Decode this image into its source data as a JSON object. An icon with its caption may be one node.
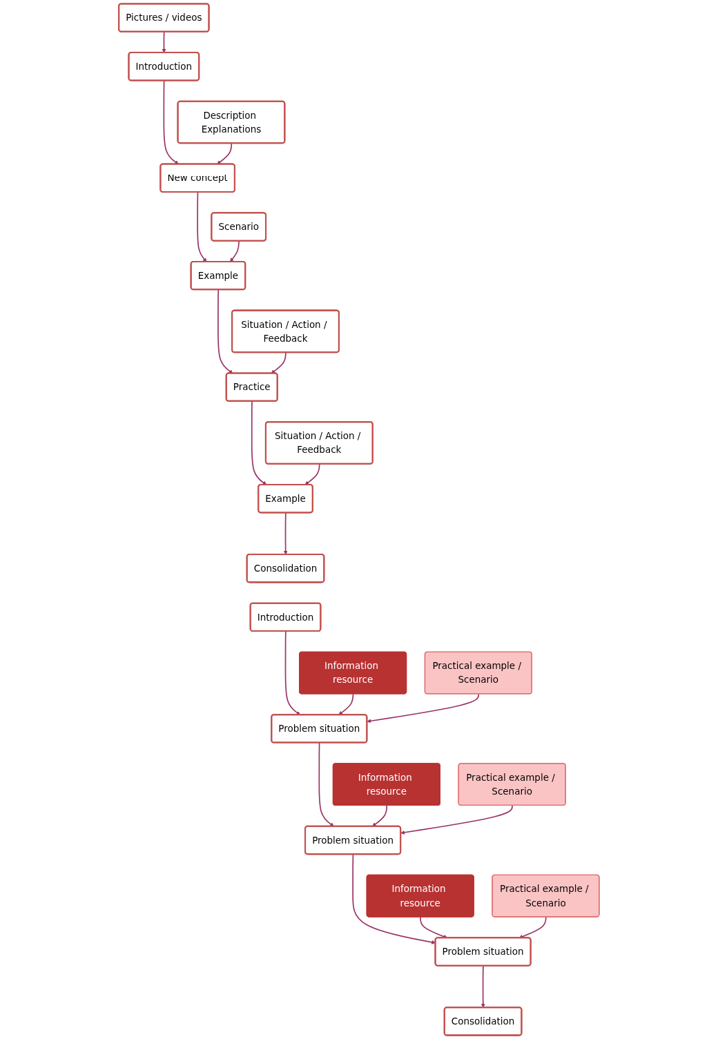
{
  "diagram": {
    "nodes": [
      {
        "text": [
          "Introduction"
        ]
      },
      {
        "text": [
          "Pictures / videos"
        ]
      },
      {
        "text": [
          "Description Explanations"
        ]
      },
      {
        "text": [
          "New concept"
        ]
      },
      {
        "text": [
          "Example"
        ]
      },
      {
        "text": [
          "Scenario"
        ]
      },
      {
        "text": [
          "Situation / Action / Feedback"
        ]
      },
      {
        "text": [
          "Practice"
        ]
      },
      {
        "text": [
          "Situation / Action / Feedback"
        ]
      },
      {
        "text": [
          "Example"
        ]
      },
      {
        "text": [
          "Consolidation"
        ]
      },
      {
        "text": [
          "Introduction"
        ]
      },
      {
        "text": [
          "Information resource"
        ]
      },
      {
        "text": [
          "Problem situation"
        ]
      },
      {
        "text": [
          "Practical example / Scenario"
        ]
      },
      {
        "text": [
          "Information resource"
        ]
      },
      {
        "text": [
          "Problem situation"
        ]
      },
      {
        "text": [
          "Practical example / Scenario"
        ]
      },
      {
        "text": [
          "Information resource"
        ]
      },
      {
        "text": [
          "Problem situation"
        ]
      },
      {
        "text": [
          "Practical example / Scenario"
        ]
      },
      {
        "text": [
          "Consolidation"
        ]
      }
    ],
    "edges": [
      {
        "from": 1,
        "to": 0,
        "arrow": "to"
      },
      {
        "from": 0,
        "to": 3,
        "arrow": "to"
      },
      {
        "from": 2,
        "to": 3,
        "arrow": "to"
      },
      {
        "from": 3,
        "to": 4,
        "arrow": "to"
      },
      {
        "from": 5,
        "to": 4,
        "arrow": "to"
      },
      {
        "from": 4,
        "to": 7,
        "arrow": "to"
      },
      {
        "from": 6,
        "to": 7,
        "arrow": "to"
      },
      {
        "from": 7,
        "to": 9,
        "arrow": "to"
      },
      {
        "from": 8,
        "to": 9,
        "arrow": "to"
      },
      {
        "from": 9,
        "to": 10,
        "arrow": "to"
      },
      {
        "from": 11,
        "to": 13,
        "arrow": "to"
      },
      {
        "from": 12,
        "to": 13,
        "arrow": "to"
      },
      {
        "from": 14,
        "to": 13,
        "arrow": "to"
      },
      {
        "from": 13,
        "to": 16,
        "arrow": "to"
      },
      {
        "from": 15,
        "to": 16,
        "arrow": "to"
      },
      {
        "from": 17,
        "to": 16,
        "arrow": "to"
      },
      {
        "from": 16,
        "to": 19,
        "arrow": "to"
      },
      {
        "from": 18,
        "to": 19,
        "arrow": "to"
      },
      {
        "from": 20,
        "to": 19,
        "arrow": "to"
      },
      {
        "from": 19,
        "to": 21,
        "arrow": "to"
      }
    ]
  }
}
